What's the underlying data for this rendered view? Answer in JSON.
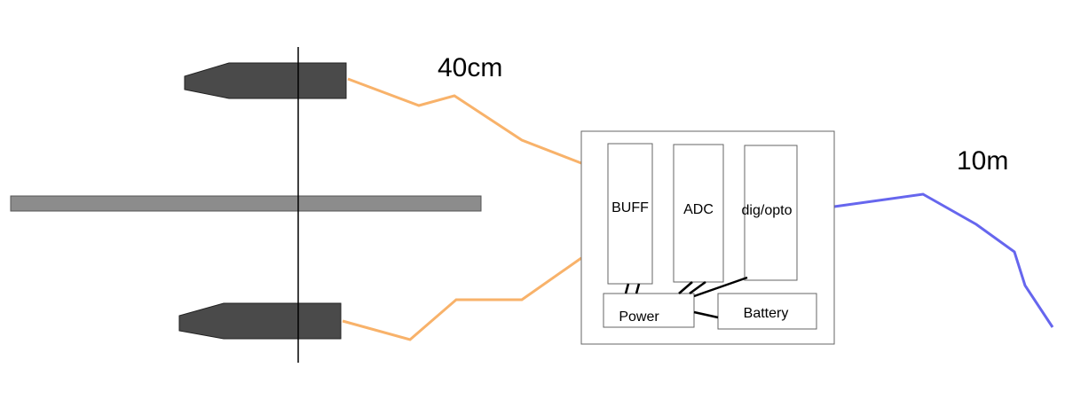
{
  "labels": {
    "cable_short": "40cm",
    "cable_long": "10m"
  },
  "modules": {
    "buff": "BUFF",
    "adc": "ADC",
    "dig_opto": "dig/opto",
    "power": "Power",
    "battery": "Battery"
  },
  "colors": {
    "short_cable": "#f8b26a",
    "long_cable": "#6666ee",
    "probe": "#4a4a4a",
    "beam": "#8c8c8c",
    "outline": "#666666"
  }
}
